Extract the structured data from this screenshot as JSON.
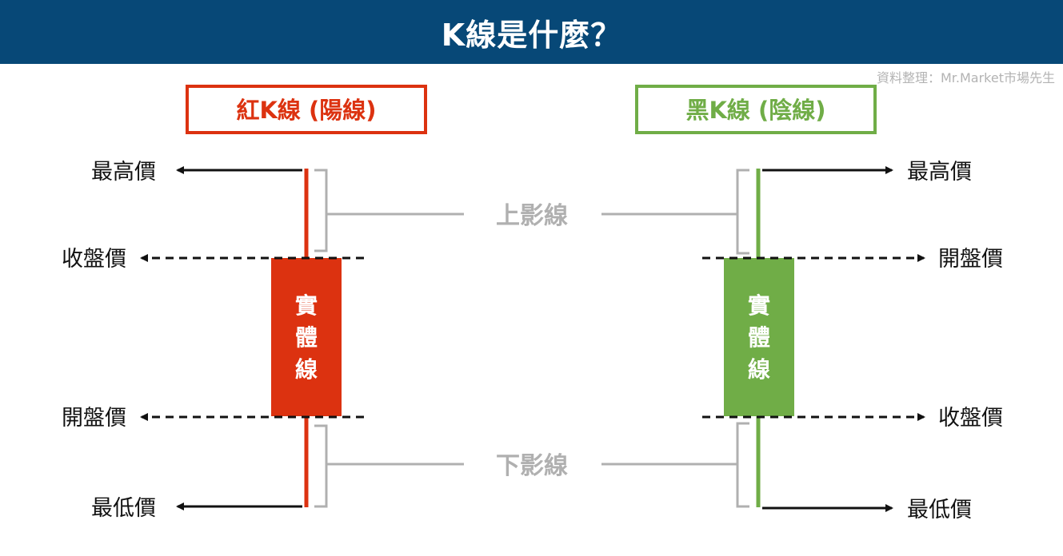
{
  "header": {
    "title": "K線是什麼？",
    "credit": "資料整理：Mr.Market市場先生"
  },
  "colors": {
    "header_bg": "#074877",
    "red": "#dc3210",
    "green": "#70ad47",
    "bracket_gray": "#b0b0b0",
    "text": "#111111"
  },
  "red_candle": {
    "title": "紅K線 (陽線)",
    "high_label": "最高價",
    "close_label": "收盤價",
    "open_label": "開盤價",
    "low_label": "最低價",
    "body_chars": [
      "實",
      "體",
      "線"
    ]
  },
  "green_candle": {
    "title": "黑K線 (陰線)",
    "high_label": "最高價",
    "open_label": "開盤價",
    "close_label": "收盤價",
    "low_label": "最低價",
    "body_chars": [
      "實",
      "體",
      "線"
    ]
  },
  "shadows": {
    "upper_label": "上影線",
    "lower_label": "下影線"
  }
}
